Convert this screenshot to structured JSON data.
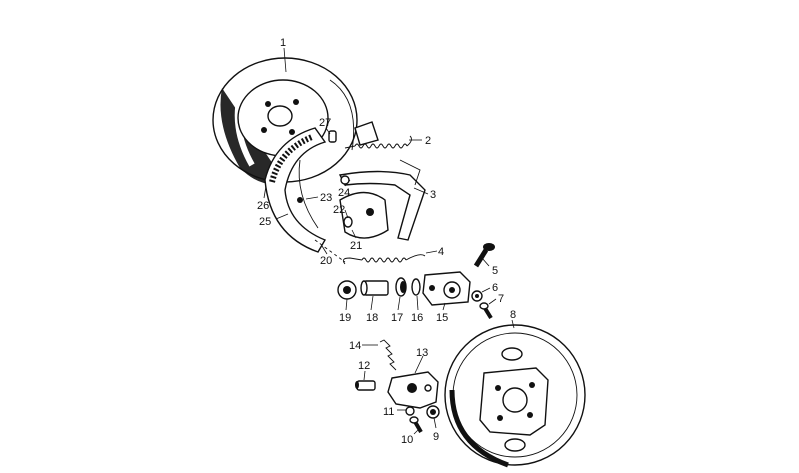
{
  "diagram": {
    "callouts": {
      "p1": "1",
      "p2": "2",
      "p3": "3",
      "p4": "4",
      "p5": "5",
      "p6": "6",
      "p7": "7",
      "p8": "8",
      "p9": "9",
      "p10": "10",
      "p11": "11",
      "p12": "12",
      "p13": "13",
      "p14": "14",
      "p15": "15",
      "p16": "16",
      "p17": "17",
      "p18": "18",
      "p19": "19",
      "p20": "20",
      "p21": "21",
      "p22": "22",
      "p23": "23",
      "p24": "24",
      "p25": "25",
      "p26": "26",
      "p27": "27"
    }
  }
}
